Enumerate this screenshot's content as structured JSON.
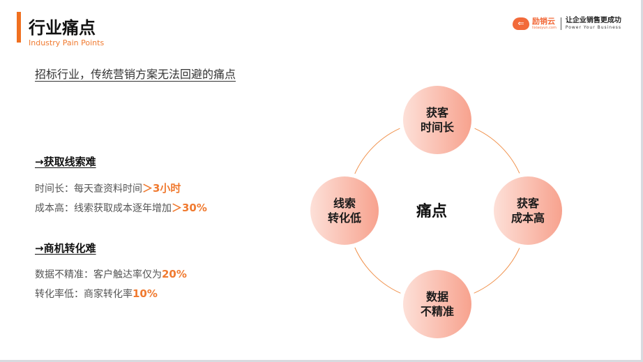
{
  "header": {
    "title": "行业痛点",
    "subtitle": "Industry Pain Points",
    "accent": "#f07020"
  },
  "logo": {
    "name": "励销云",
    "domain": "lixiaoyun.com",
    "slogan": "让企业销售更成功",
    "slogan_en": "Power Your Business"
  },
  "intro": "招标行业，传统营销方案无法回避的痛点",
  "sections": [
    {
      "heading": "→获取线索难",
      "lines": [
        {
          "text": "时间长：每天查资料时间",
          "highlight": "＞3小时"
        },
        {
          "text": "成本高：线索获取成本逐年增加",
          "highlight": "＞30%"
        }
      ]
    },
    {
      "heading": "→商机转化难",
      "lines": [
        {
          "text": "数据不精准：客户触达率仅为",
          "highlight": "20%"
        },
        {
          "text": "转化率低：商家转化率",
          "highlight": "10%"
        }
      ]
    }
  ],
  "diagram": {
    "center": "痛点",
    "nodes": [
      {
        "l1": "获客",
        "l2": "时间长"
      },
      {
        "l1": "获客",
        "l2": "成本高"
      },
      {
        "l1": "数据",
        "l2": "不精准"
      },
      {
        "l1": "线索",
        "l2": "转化低"
      }
    ]
  }
}
